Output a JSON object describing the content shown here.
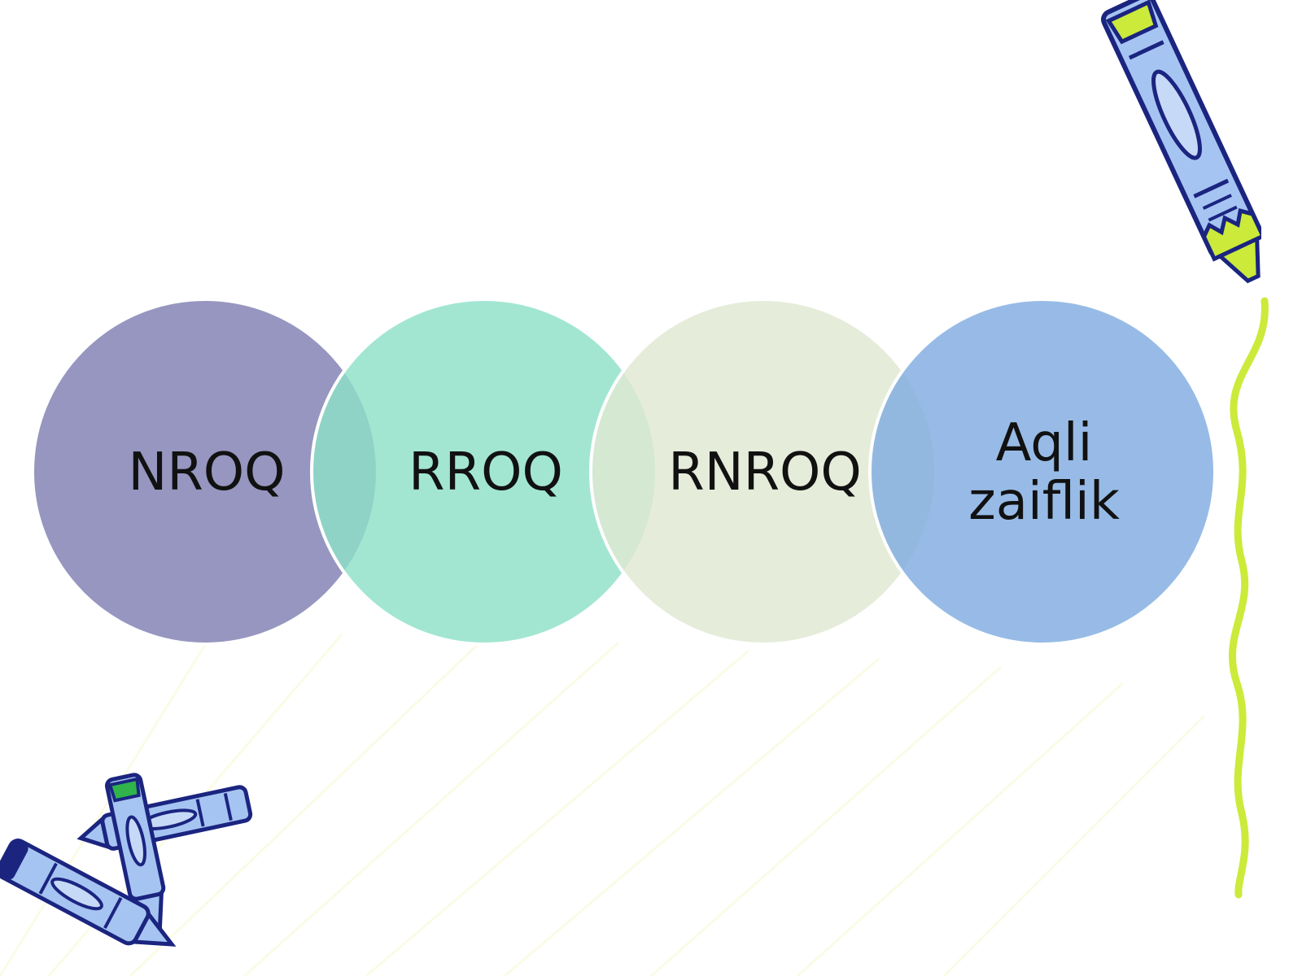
{
  "diagram": {
    "circles": [
      {
        "label": "NROQ",
        "color": "#7f7fb2"
      },
      {
        "label": "RROQ",
        "color": "#8ee0c8"
      },
      {
        "label": "RNROQ",
        "color": "#dfe8d2"
      },
      {
        "label": "Aqli zaiflik",
        "color": "#80ace0"
      }
    ]
  },
  "decorations": {
    "crayon_top_right": "crayon-icon",
    "crayons_bottom_left": "crayons-icon",
    "squiggle_right": "squiggle-line",
    "accent_color": "#cbea3a",
    "crayon_body_color": "#a6c4f2",
    "crayon_outline_color": "#1b2580"
  }
}
